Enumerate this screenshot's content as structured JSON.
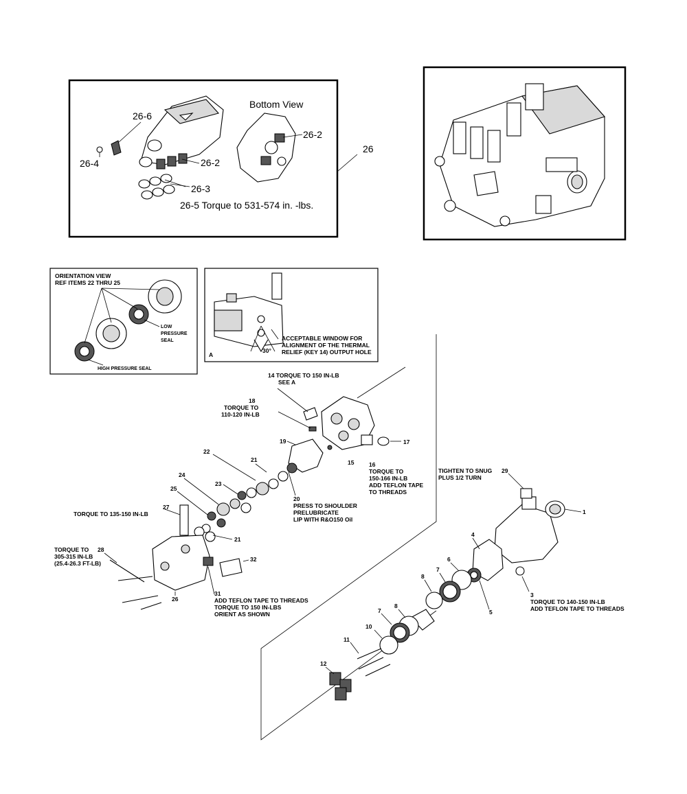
{
  "inset_kit": {
    "bottom_view_title": "Bottom View",
    "torque_note": "26-5 Torque to 531-574 in. -lbs.",
    "labels": {
      "c26_6": "26-6",
      "c26_4": "26-4",
      "c26_2a": "26-2",
      "c26_2b": "26-2",
      "c26_3": "26-3"
    },
    "callout": "26"
  },
  "orientation_view": {
    "line1": "ORIENTATION VIEW",
    "line2": "REF ITEMS 22 THRU 25",
    "low1": "LOW",
    "low2": "PRESSURE",
    "low3": "SEAL",
    "high": "HIGH PRESSURE SEAL"
  },
  "see_a": {
    "line1": "ACCEPTABLE WINDOW FOR",
    "line2": "ALIGNMENT OF THE THERMAL",
    "line3": "RELIEF (KEY 14) OUTPUT HOLE",
    "angle": "30°",
    "letter": "A"
  },
  "callouts": {
    "n14_a": "14  TORQUE TO 150 IN-LB",
    "n14_b": "SEE A",
    "n18": "18",
    "n18_a": "TORQUE TO",
    "n18_b": "110-120 IN-LB",
    "n19": "19",
    "n15": "15",
    "n16": "16",
    "n16_a": "TORQUE TO",
    "n16_b": "150-166 IN-LB",
    "n16_c": "ADD TEFLON TAPE",
    "n16_d": "TO THREADS",
    "n17": "17",
    "n22": "22",
    "n21a": "21",
    "n20": "20",
    "n20_a": "PRESS TO SHOULDER",
    "n20_b": "PRELUBRICATE",
    "n20_c": "LIP WITH R&O150 Oil",
    "n23": "23",
    "n24": "24",
    "n25": "25",
    "n27": "27",
    "n27_a": "TORQUE TO 135-150 IN-LB",
    "n21b": "21",
    "n28": "28",
    "n28_a": "TORQUE TO",
    "n28_b": "305-315 IN-LB",
    "n28_c": "(25.4-26.3 FT-LB)",
    "n32": "32",
    "n26": "26",
    "n31": "31",
    "n31_a": "ADD TEFLON TAPE TO THREADS",
    "n31_b": "TORQUE TO 150 IN-LBS",
    "n31_c": "ORIENT AS SHOWN",
    "tighten_a": "TIGHTEN TO SNUG",
    "tighten_b": "PLUS 1/2 TURN",
    "n29": "29",
    "n1": "1",
    "n4": "4",
    "n6": "6",
    "n7a": "7",
    "n8a": "8",
    "n5": "5",
    "n3": "3",
    "n3_a": "TORQUE TO 140-150 IN-LB",
    "n3_b": "ADD TEFLON TAPE TO THREADS",
    "n7b": "7",
    "n8b": "8",
    "n10": "10",
    "n11": "11",
    "n12": "12"
  }
}
